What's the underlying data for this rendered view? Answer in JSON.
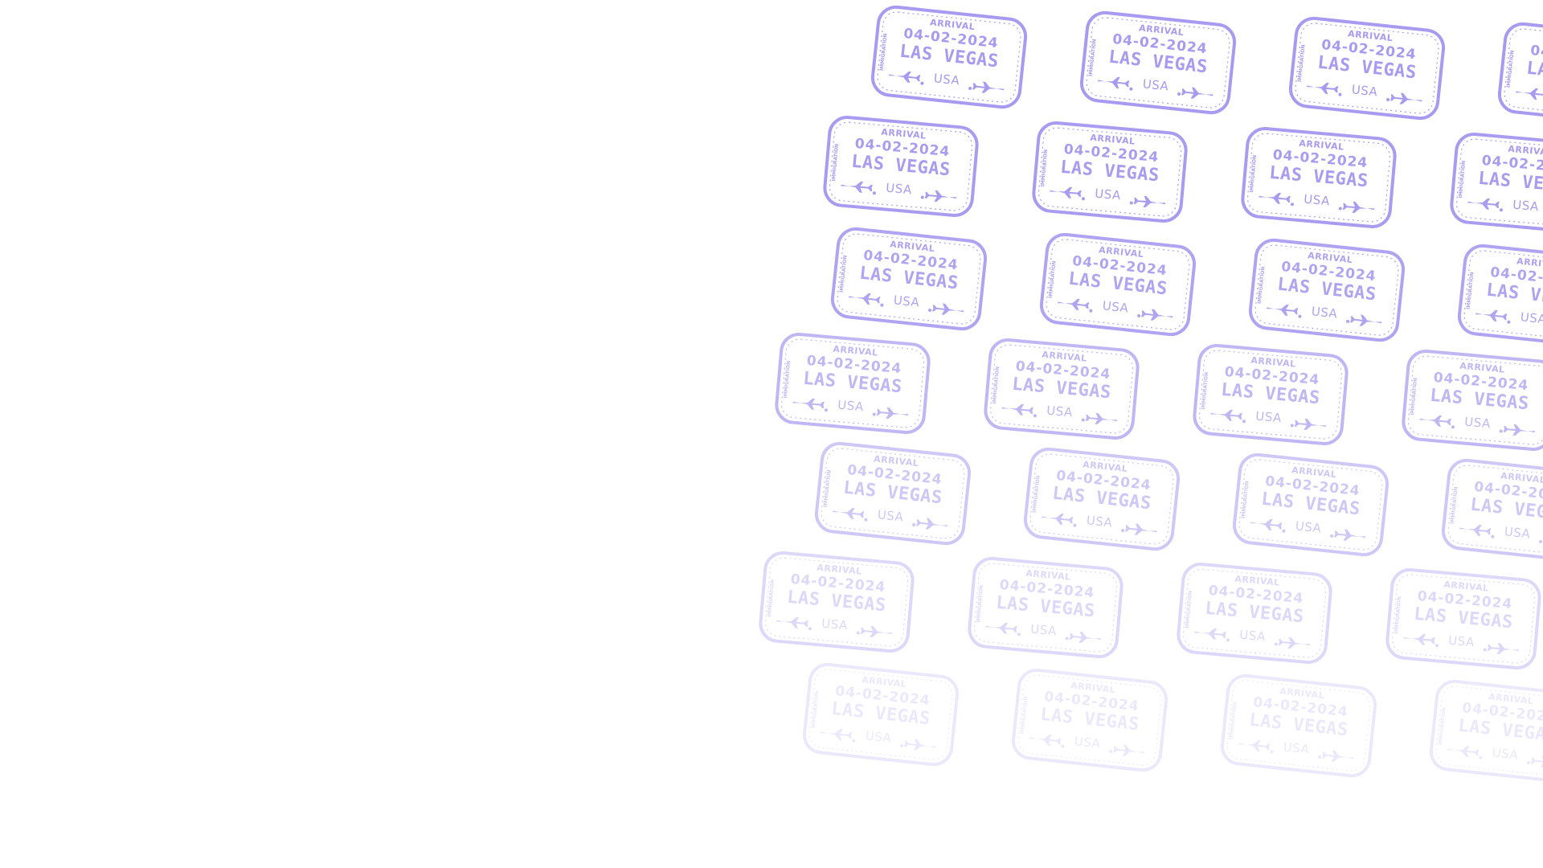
{
  "stamp": {
    "arrival": "ARRIVAL",
    "date": "04-02-2024",
    "city": "LAS VEGAS",
    "country": "USA",
    "side_text": "IMMIGRATION",
    "plane_icon": "airplane-icon",
    "star_icon": "star-icon"
  },
  "colors": {
    "stamp_ink": "#a89af0",
    "background": "#ffffff"
  }
}
